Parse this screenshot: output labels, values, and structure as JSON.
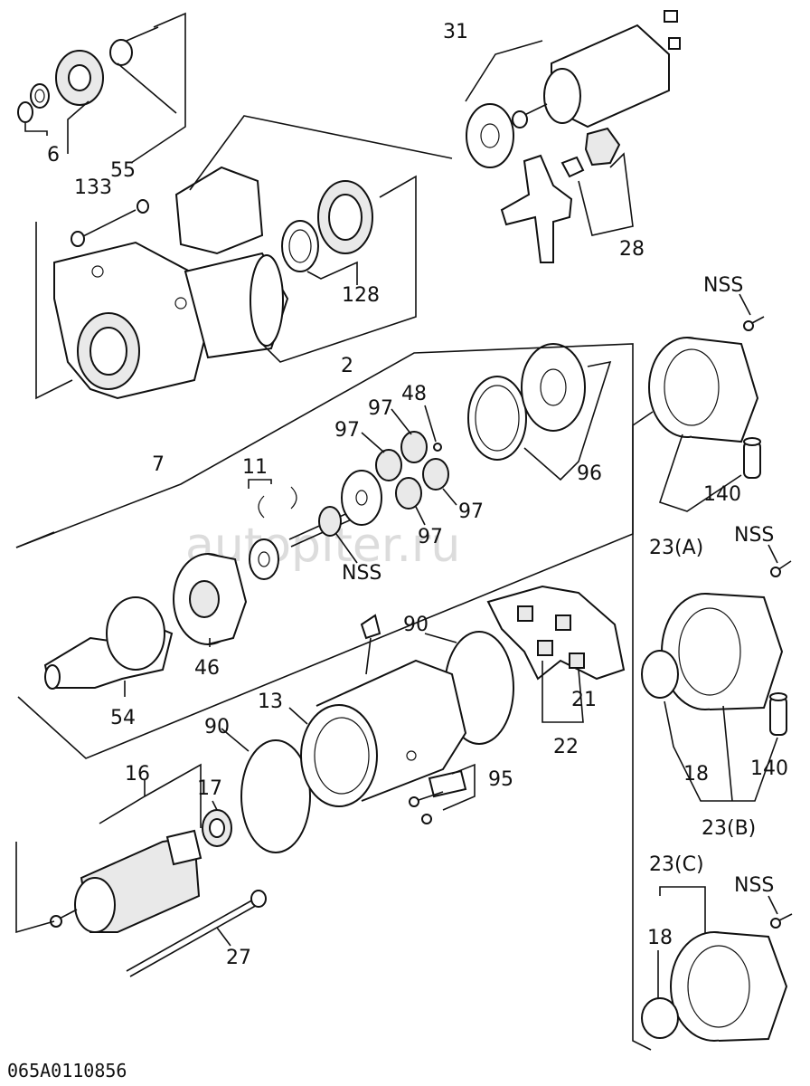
{
  "diagram": {
    "watermark": "autopiter.ru",
    "figure_code": "065A0110856",
    "labels": {
      "l31": "31",
      "l6": "6",
      "l55": "55",
      "l133": "133",
      "l128": "128",
      "l2": "2",
      "l28": "28",
      "lnss1": "NSS",
      "l48": "48",
      "l97a": "97",
      "l97b": "97",
      "l97c": "97",
      "l97d": "97",
      "l96": "96",
      "l7": "7",
      "l11": "11",
      "lnss2": "NSS",
      "l140a": "140",
      "l23a": "23(A)",
      "lnss3": "NSS",
      "l46": "46",
      "l54": "54",
      "l90a": "90",
      "l13": "13",
      "l21": "21",
      "l22": "22",
      "l90b": "90",
      "l16": "16",
      "l17": "17",
      "l95": "95",
      "l18a": "18",
      "l140b": "140",
      "l23b": "23(B)",
      "l23c": "23(C)",
      "lnss4": "NSS",
      "l18b": "18",
      "l27": "27"
    }
  }
}
